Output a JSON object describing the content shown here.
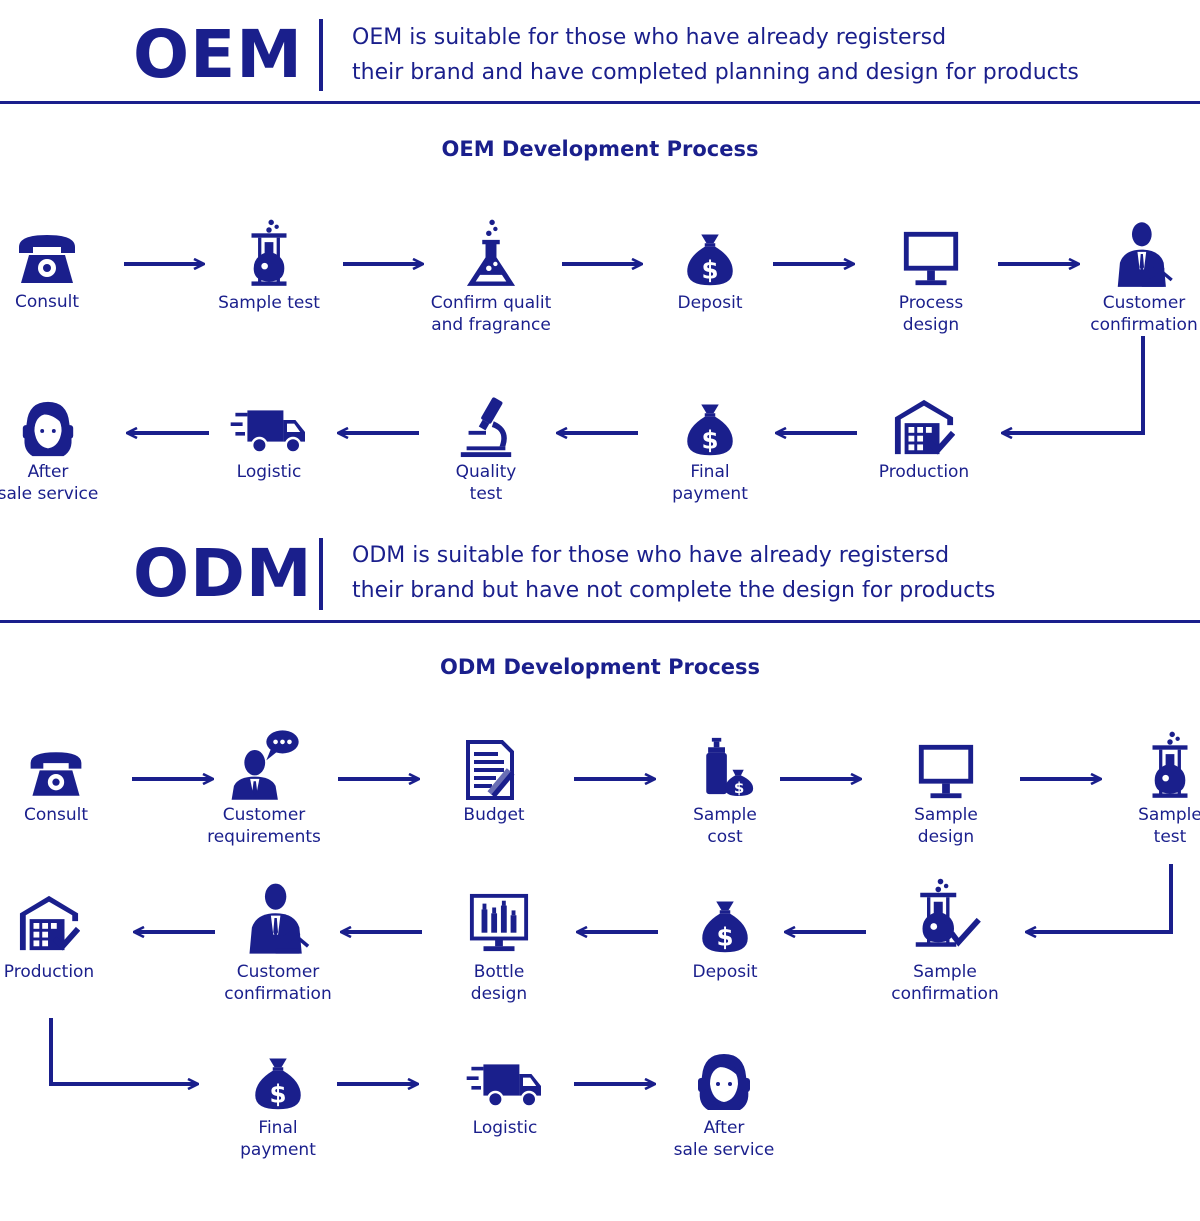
{
  "oem": {
    "title": "OEM",
    "desc_line1": "OEM is suitable for those who have already registersd",
    "desc_line2": "their brand and have completed planning and design for products",
    "process_title": "OEM Development Process",
    "steps": [
      {
        "icon": "telephone-icon",
        "line1": "Consult",
        "line2": ""
      },
      {
        "icon": "flask-icon",
        "line1": "Sample test",
        "line2": ""
      },
      {
        "icon": "erlenmeyer-flask-icon",
        "line1": "Confirm qualit",
        "line2": "and fragrance"
      },
      {
        "icon": "money-bag-icon",
        "line1": "Deposit",
        "line2": ""
      },
      {
        "icon": "monitor-icon",
        "line1": "Process",
        "line2": "design"
      },
      {
        "icon": "businessman-gavel-icon",
        "line1": "Customer",
        "line2": "confirmation"
      },
      {
        "icon": "warehouse-check-icon",
        "line1": "Production",
        "line2": ""
      },
      {
        "icon": "money-bag-icon",
        "line1": "Final",
        "line2": "payment"
      },
      {
        "icon": "microscope-icon",
        "line1": "Quality",
        "line2": "test"
      },
      {
        "icon": "delivery-truck-icon",
        "line1": "Logistic",
        "line2": ""
      },
      {
        "icon": "headset-agent-icon",
        "line1": "After",
        "line2": "sale service"
      }
    ]
  },
  "odm": {
    "title": "ODM",
    "desc_line1": "ODM is suitable for those who have already registersd",
    "desc_line2": "their brand but have not complete the design for products",
    "process_title": "ODM Development Process",
    "steps": [
      {
        "icon": "telephone-icon",
        "line1": "Consult",
        "line2": ""
      },
      {
        "icon": "person-speech-bubble-icon",
        "line1": "Customer",
        "line2": "requirements"
      },
      {
        "icon": "document-pen-icon",
        "line1": "Budget",
        "line2": ""
      },
      {
        "icon": "bottle-money-icon",
        "line1": "Sample",
        "line2": "cost"
      },
      {
        "icon": "monitor-icon",
        "line1": "Sample",
        "line2": "design"
      },
      {
        "icon": "flask-icon",
        "line1": "Sample",
        "line2": "test"
      },
      {
        "icon": "flask-check-icon",
        "line1": "Sample",
        "line2": "confirmation"
      },
      {
        "icon": "money-bag-icon",
        "line1": "Deposit",
        "line2": ""
      },
      {
        "icon": "bottles-on-screen-icon",
        "line1": "Bottle",
        "line2": "design"
      },
      {
        "icon": "businessman-gavel-icon",
        "line1": "Customer",
        "line2": "confirmation"
      },
      {
        "icon": "warehouse-check-icon",
        "line1": "Production",
        "line2": ""
      },
      {
        "icon": "money-bag-icon",
        "line1": "Final",
        "line2": "payment"
      },
      {
        "icon": "delivery-truck-icon",
        "line1": "Logistic",
        "line2": ""
      },
      {
        "icon": "headset-agent-icon",
        "line1": "After",
        "line2": "sale service"
      }
    ]
  },
  "colors": {
    "primary": "#1a1f8c",
    "background": "#ffffff"
  }
}
